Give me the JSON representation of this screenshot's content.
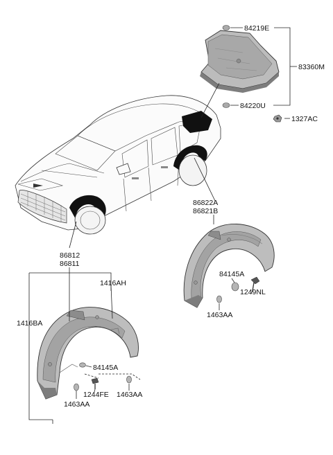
{
  "labels": {
    "p84219E": "84219E",
    "p83360M": "83360M",
    "p84220U": "84220U",
    "p1327AC": "1327AC",
    "p86822A": "86822A",
    "p86821B": "86821B",
    "p84145A_right": "84145A",
    "p1249NL": "1249NL",
    "p1463AA_right": "1463AA",
    "p86812": "86812",
    "p86811": "86811",
    "p1416AH": "1416AH",
    "p1416BA": "1416BA",
    "p84145A_left": "84145A",
    "p1244FE": "1244FE",
    "p1463AA_left_bottom": "1463AA",
    "p1463AA_left_right": "1463AA"
  },
  "colors": {
    "part_fill": "#b9b9b9",
    "part_dark": "#7d7d7d",
    "liner_black": "#111111",
    "line": "#222222"
  }
}
